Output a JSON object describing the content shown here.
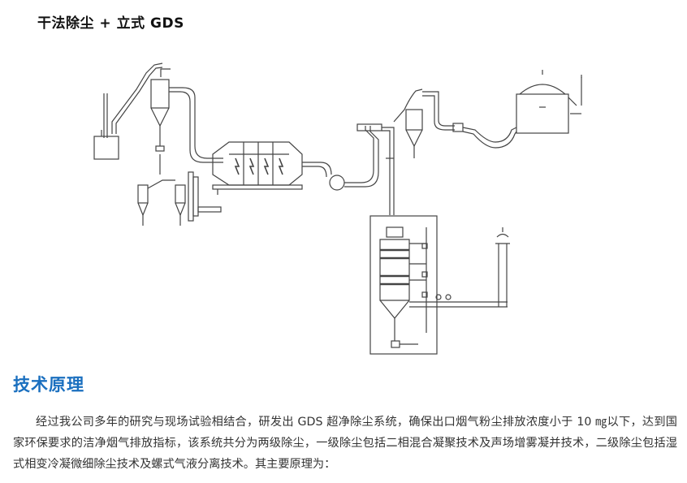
{
  "page": {
    "title": "干法除尘 + 立式 GDS",
    "section_heading": "技术原理",
    "paragraph": "经过我公司多年的研究与现场试验相结合，研发出 GDS 超净除尘系统，确保出口烟气粉尘排放浓度小于 10 ㎎以下，达到国家环保要求的洁净烟气排放指标，该系统共分为两级除尘，一级除尘包括二相混合凝聚技术及声场增雾凝并技术，二级除尘包括湿式相变冷凝微细除尘技术及螺式气液分离技术。其主要原理为："
  },
  "diagram": {
    "line_color": "#333333",
    "stroke": "#444444"
  }
}
